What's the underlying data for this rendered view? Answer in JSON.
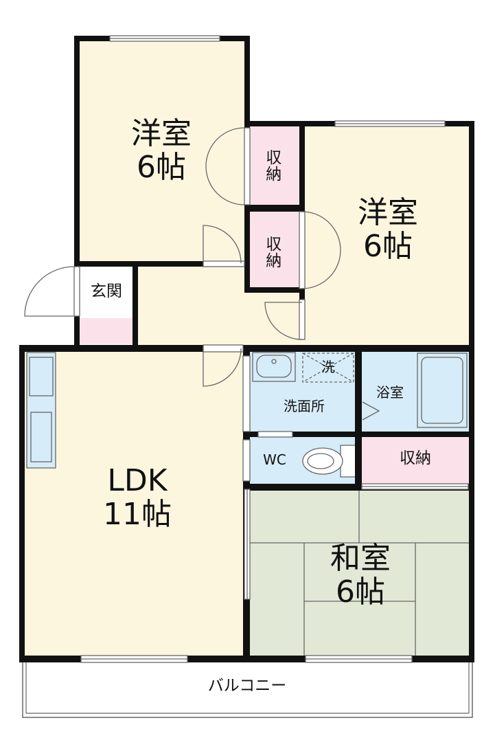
{
  "rooms": {
    "western_room_1": {
      "name": "洋室",
      "size": "6帖"
    },
    "western_room_2": {
      "name": "洋室",
      "size": "6帖"
    },
    "ldk": {
      "name": "LDK",
      "size": "11帖"
    },
    "japanese_room": {
      "name": "和室",
      "size": "6帖"
    }
  },
  "labels": {
    "storage_1": "収納",
    "storage_2": "収納",
    "storage_3": "収納",
    "entrance": "玄関",
    "washroom": "洗面所",
    "washer": "洗",
    "bathroom": "浴室",
    "toilet": "WC",
    "balcony": "バルコニー"
  },
  "colors": {
    "room_floor": "#fcf6df",
    "tatami": "#e2e8d6",
    "wet_area": "#d6ecf8",
    "storage": "#fbe2ea",
    "wall": "#111111"
  }
}
